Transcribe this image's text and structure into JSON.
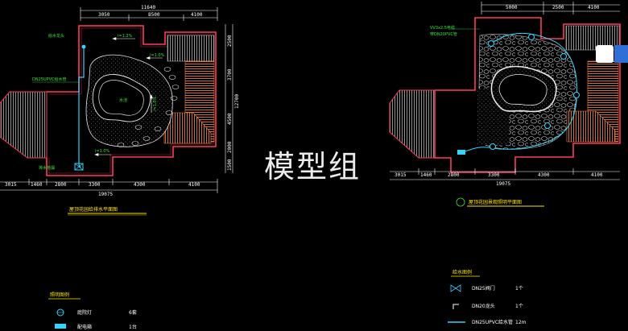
{
  "watermark": "模型组",
  "plan_left": {
    "title": "屋顶花园给排水平面图",
    "dims_top": [
      "11640",
      "3050",
      "8500",
      "4100"
    ],
    "dims_bottom": [
      "3015",
      "1460",
      "2800",
      "3300",
      "4300",
      "4100"
    ],
    "total_width": "19075",
    "dims_right": [
      "2500",
      "3700",
      "12700",
      "4500",
      "2000",
      "1500"
    ],
    "labels": {
      "pipe": "DN25UPVC给水管",
      "slope1": "i=1.2%",
      "slope2": "i=1.0%",
      "slope3": "i=1.0%",
      "slope4": "i=1.0%",
      "drain": "排水地漏"
    }
  },
  "plan_right": {
    "title": "屋顶花园景观照明平面图",
    "dims_top": [
      "5000",
      "2500",
      "4100"
    ],
    "dims_bottom": [
      "3015",
      "1460",
      "2800",
      "3300",
      "4300",
      "4100"
    ],
    "total_width": "19075",
    "labels": {
      "cable1": "VV3x2.5电缆",
      "cable2": "穿DN20PVC管"
    }
  },
  "legend_left": {
    "title": "照明图例",
    "items": [
      {
        "symbol": "lamp-circle",
        "text": "庭院灯",
        "qty": "6套"
      },
      {
        "symbol": "box-flag",
        "text": "配电箱",
        "qty": "1台"
      }
    ]
  },
  "legend_right": {
    "title": "给水图例",
    "items": [
      {
        "symbol": "valve",
        "text": "DN25阀门",
        "qty": "1个"
      },
      {
        "symbol": "tap",
        "text": "DN20龙头",
        "qty": "1个"
      },
      {
        "symbol": "pipe-line",
        "text": "DN25UPVC给水管",
        "qty": "12m"
      }
    ]
  },
  "colors": {
    "background": "#000000",
    "wall": "#ff3b5c",
    "deck": "#ff8c40",
    "pipe": "#35d4ff",
    "text_green": "#39e639",
    "title": "#ffe400",
    "dim": "#ffffff"
  }
}
